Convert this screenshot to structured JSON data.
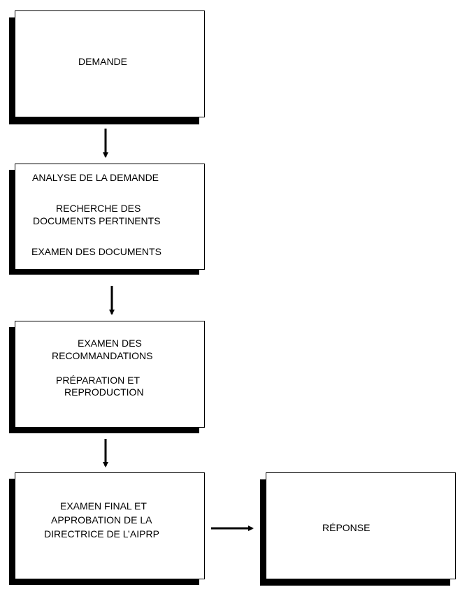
{
  "diagram": {
    "box1": {
      "line1": "DEMANDE"
    },
    "box2": {
      "line1": "ANALYSE DE LA DEMANDE",
      "line2": "RECHERCHE DES",
      "line3": "DOCUMENTS PERTINENTS",
      "line4": "EXAMEN DES DOCUMENTS"
    },
    "box3": {
      "line1": "EXAMEN DES",
      "line2": "RECOMMANDATIONS",
      "line3": "PRÉPARATION ET",
      "line4": "REPRODUCTION"
    },
    "box4": {
      "line1": "EXAMEN FINAL ET",
      "line2": "APPROBATION DE LA",
      "line3": "DIRECTRICE DE L’AIPRP"
    },
    "box5": {
      "line1": "RÉPONSE"
    }
  }
}
